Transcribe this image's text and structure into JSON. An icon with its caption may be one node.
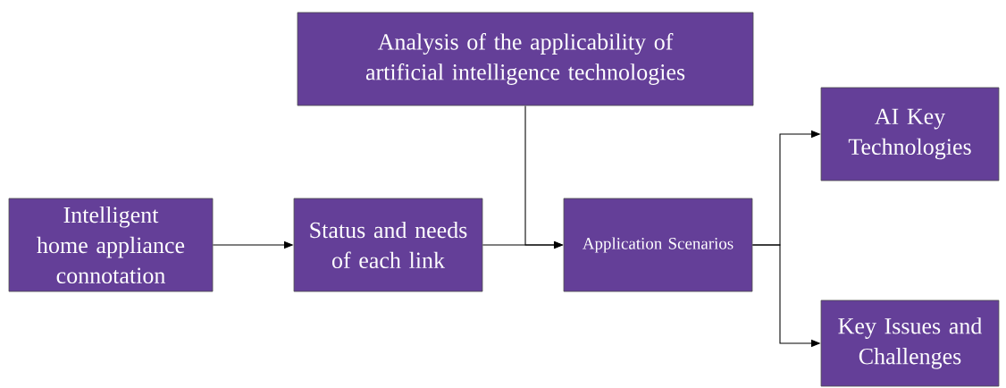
{
  "diagram": {
    "nodes": [
      {
        "text": [
          "Analysis of the applicability of artificial intelligence technologies"
        ]
      },
      {
        "text": [
          "Intelligent home appliance connotation"
        ]
      },
      {
        "text": [
          "Status and needs of each link"
        ]
      },
      {
        "text": [
          "Application Scenarios"
        ]
      },
      {
        "text": [
          "AI Key Technologies"
        ]
      },
      {
        "text": [
          "Key Issues and Challenges"
        ]
      }
    ],
    "edges": [
      {
        "from": 1,
        "to": 2,
        "arrow": "to"
      },
      {
        "from": 2,
        "to": 3,
        "arrow": "to"
      },
      {
        "from": 0,
        "to": 3,
        "arrow": "to"
      },
      {
        "from": 3,
        "to": 4,
        "arrow": "to"
      },
      {
        "from": 3,
        "to": 5,
        "arrow": "to"
      }
    ]
  }
}
